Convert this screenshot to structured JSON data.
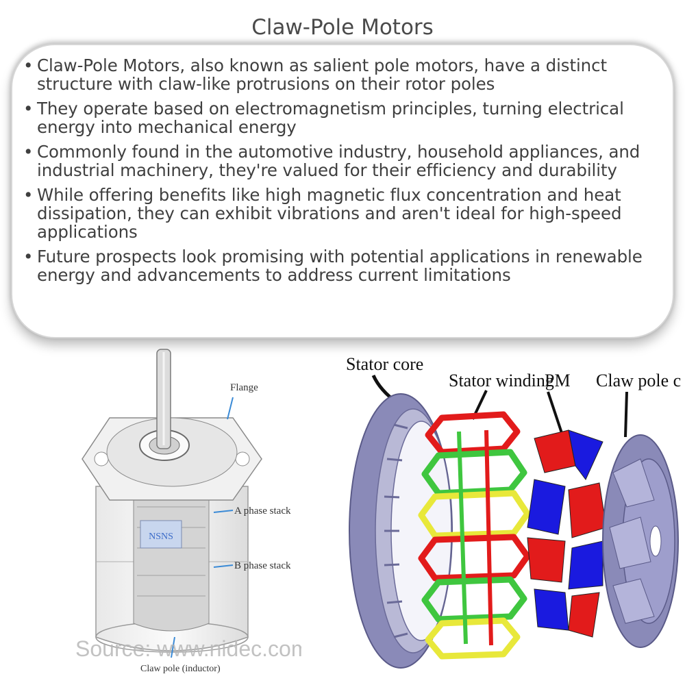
{
  "title": "Claw-Pole Motors",
  "bullets": [
    "Claw-Pole Motors, also known as salient pole motors, have a distinct structure with claw-like protrusions on their rotor poles",
    "They operate based on electromagnetism principles, turning electrical energy into mechanical energy",
    "Commonly found in the automotive industry, household appliances, and industrial machinery, they're valued for their efficiency and durability",
    "While offering benefits like high magnetic flux concentration and heat dissipation, they can exhibit vibrations and aren't ideal for high-speed applications",
    "Future prospects look promising with potential applications in renewable energy and advancements to address current limitations"
  ],
  "left_figure": {
    "labels": {
      "flange": "Flange",
      "a_phase": "A phase stack",
      "b_phase": "B phase stack",
      "claw_pole": "Claw pole (inductor)",
      "magnet": "NSNS"
    },
    "source": "Source: www.nidec.com"
  },
  "right_figure": {
    "labels": {
      "stator_core": "Stator core",
      "stator_winding": "Stator winding",
      "pm": "PM",
      "claw_pole_core": "Claw pole core"
    }
  },
  "colors": {
    "title": "#4a4a4a",
    "text": "#3f3f3f",
    "stator": "#8a8ab8",
    "winding_red": "#e21b1b",
    "winding_green": "#3fc63f",
    "winding_yellow": "#e8e83a",
    "pm_blue": "#1a1adf"
  }
}
